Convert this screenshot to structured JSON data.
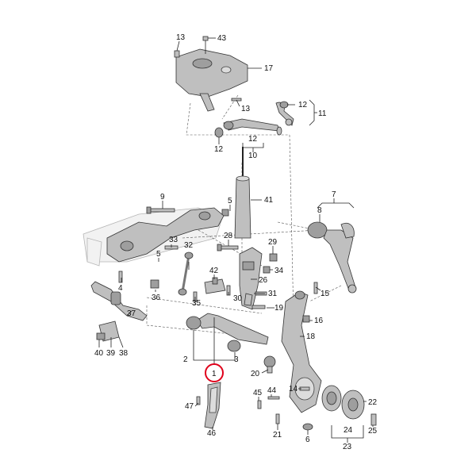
{
  "diagram": {
    "callouts": [
      {
        "id": "c13a",
        "text": "13"
      },
      {
        "id": "c43",
        "text": "43"
      },
      {
        "id": "c17",
        "text": "17"
      },
      {
        "id": "c12a",
        "text": "12"
      },
      {
        "id": "c11",
        "text": "11"
      },
      {
        "id": "c13b",
        "text": "13"
      },
      {
        "id": "c12b",
        "text": "12"
      },
      {
        "id": "c12c",
        "text": "12"
      },
      {
        "id": "c10",
        "text": "10"
      },
      {
        "id": "c9",
        "text": "9"
      },
      {
        "id": "c5a",
        "text": "5"
      },
      {
        "id": "c41",
        "text": "41"
      },
      {
        "id": "c7",
        "text": "7"
      },
      {
        "id": "c8",
        "text": "8"
      },
      {
        "id": "c33",
        "text": "33"
      },
      {
        "id": "c28",
        "text": "28"
      },
      {
        "id": "c29",
        "text": "29"
      },
      {
        "id": "c5b",
        "text": "5"
      },
      {
        "id": "c32",
        "text": "32"
      },
      {
        "id": "c31",
        "text": "31"
      },
      {
        "id": "c34",
        "text": "34"
      },
      {
        "id": "c4",
        "text": "4"
      },
      {
        "id": "c42",
        "text": "42"
      },
      {
        "id": "c26",
        "text": "26"
      },
      {
        "id": "c36",
        "text": "36"
      },
      {
        "id": "c35",
        "text": "35"
      },
      {
        "id": "c30",
        "text": "30"
      },
      {
        "id": "c15",
        "text": "15"
      },
      {
        "id": "c37",
        "text": "37"
      },
      {
        "id": "c19",
        "text": "19"
      },
      {
        "id": "c16",
        "text": "16"
      },
      {
        "id": "c18",
        "text": "18"
      },
      {
        "id": "c40",
        "text": "40"
      },
      {
        "id": "c39",
        "text": "39"
      },
      {
        "id": "c38",
        "text": "38"
      },
      {
        "id": "c2",
        "text": "2"
      },
      {
        "id": "c3",
        "text": "3"
      },
      {
        "id": "c1",
        "text": "1"
      },
      {
        "id": "c20",
        "text": "20"
      },
      {
        "id": "c45",
        "text": "45"
      },
      {
        "id": "c44",
        "text": "44"
      },
      {
        "id": "c47",
        "text": "47"
      },
      {
        "id": "c14",
        "text": "14"
      },
      {
        "id": "c22",
        "text": "22"
      },
      {
        "id": "c46",
        "text": "46"
      },
      {
        "id": "c21",
        "text": "21"
      },
      {
        "id": "c6",
        "text": "6"
      },
      {
        "id": "c24",
        "text": "24"
      },
      {
        "id": "c25",
        "text": "25"
      },
      {
        "id": "c23",
        "text": "23"
      }
    ],
    "highlighted_callout": "1",
    "colors": {
      "highlight": "#e0001b",
      "part": "#bfbfbf",
      "line": "#222222"
    }
  }
}
